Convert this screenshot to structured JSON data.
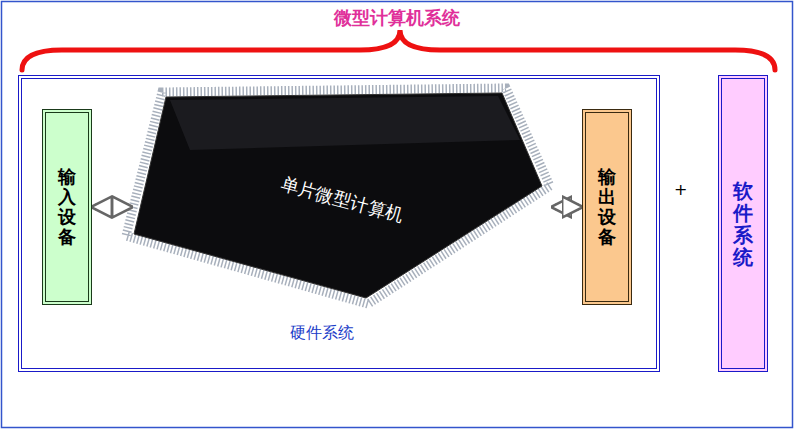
{
  "diagram": {
    "title": "微型计算机系统",
    "nodes": [
      {
        "text": [
          "硬件系统"
        ]
      },
      {
        "text": [
          "输入设备"
        ],
        "in": 0
      },
      {
        "text": [
          "单片微型计算机"
        ],
        "in": 0
      },
      {
        "text": [
          "输出设备"
        ],
        "in": 0
      },
      {
        "text": [
          "软件系统"
        ]
      }
    ],
    "edges": [
      {
        "from": 1,
        "to": 2,
        "arrow": "both"
      },
      {
        "from": 2,
        "to": 3,
        "arrow": "both"
      }
    ],
    "labels": [
      "+"
    ]
  }
}
